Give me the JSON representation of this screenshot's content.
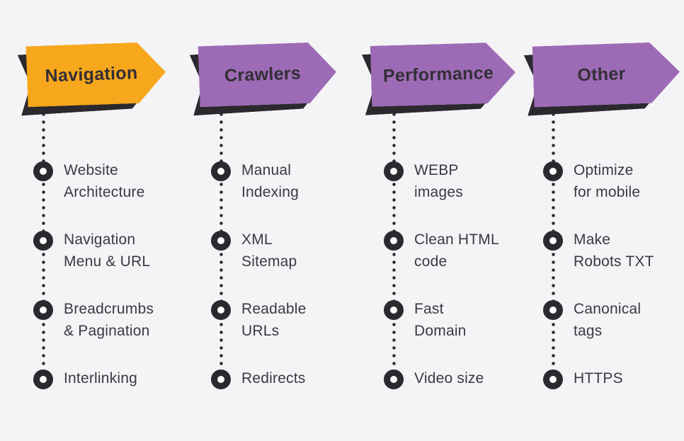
{
  "colors": {
    "background": "#f4f3f6",
    "shadow": "#2b292e",
    "bullet_ring": "#2b292e",
    "dotted_line": "#2b292e",
    "banner_text": "#332f37",
    "item_text": "#3b3940",
    "navigation_banner": "#f6a71b",
    "purple_banner": "#9d6bb5"
  },
  "columns": [
    {
      "id": "navigation",
      "header": "Navigation",
      "banner_color": "#f6a71b",
      "items": [
        "Website\nArchitecture",
        "Navigation\nMenu & URL",
        "Breadcrumbs\n& Pagination",
        "Interlinking"
      ]
    },
    {
      "id": "crawlers",
      "header": "Crawlers",
      "banner_color": "#9d6bb5",
      "items": [
        "Manual\nIndexing",
        "XML\nSitemap",
        "Readable\nURLs",
        "Redirects"
      ]
    },
    {
      "id": "performance",
      "header": "Performance",
      "banner_color": "#9d6bb5",
      "items": [
        "WEBP\nimages",
        "Clean HTML\ncode",
        "Fast\nDomain",
        "Video size"
      ]
    },
    {
      "id": "other",
      "header": "Other",
      "banner_color": "#9d6bb5",
      "items": [
        "Optimize\nfor mobile",
        "Make\nRobots TXT",
        "Canonical\ntags",
        "HTTPS"
      ]
    }
  ]
}
